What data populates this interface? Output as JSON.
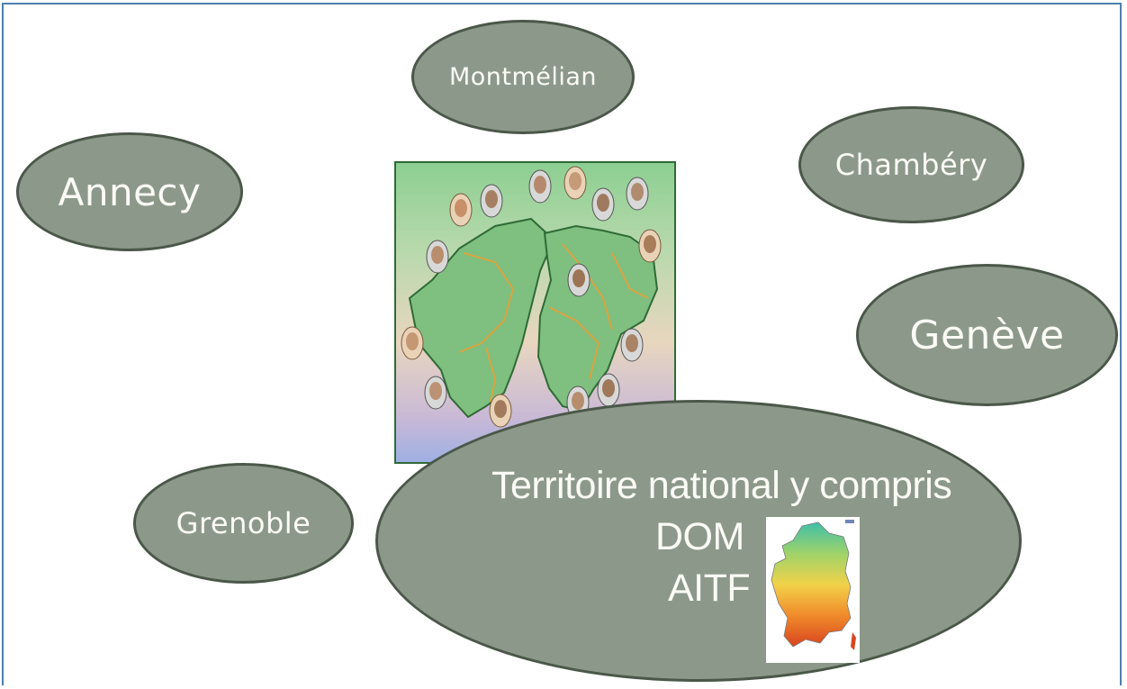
{
  "bubbles": {
    "montmelian": "Montmélian",
    "annecy": "Annecy",
    "chambery": "Chambéry",
    "geneve": "Genève",
    "grenoble": "Grenoble",
    "territoire": {
      "line1": "Territoire national y compris",
      "line2": "DOM",
      "line3": "AITF"
    }
  },
  "colors": {
    "bubble_fill": "#8c998a",
    "bubble_border": "#4a5749",
    "bubble_text": "#fbfbf6",
    "frame_border": "#4e7fb0",
    "region_fill": "#7fbf7f",
    "region_border": "#d9a441"
  }
}
